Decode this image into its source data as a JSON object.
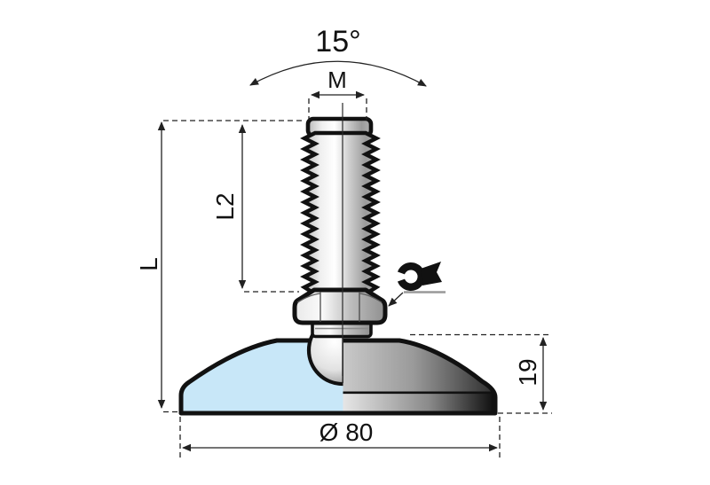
{
  "figure": {
    "title": "leveling-foot-technical-drawing",
    "labels": {
      "tilt_angle": "15°",
      "thread_size": "M",
      "thread_length": "L2",
      "overall_height": "L",
      "base_height": "19",
      "base_diameter": "Ø 80"
    },
    "icons": {
      "wrench": "wrench-icon"
    },
    "colors": {
      "outline": "#111111",
      "dimension_lines": "#222222",
      "section_blue": "#c8e7f8",
      "metal_dark": "#262626",
      "background": "#ffffff"
    }
  }
}
